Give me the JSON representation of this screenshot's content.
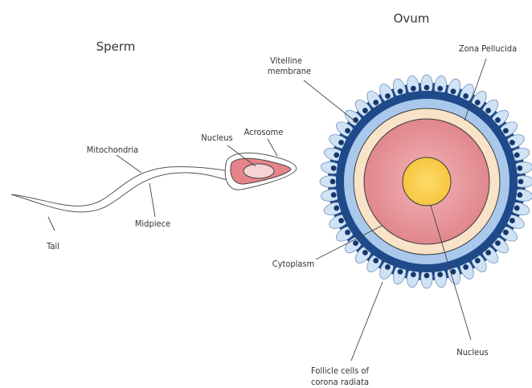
{
  "titles": {
    "sperm": "Sperm",
    "ovum": "Ovum"
  },
  "sperm_labels": {
    "nucleus": "Nucleus",
    "acrosome": "Acrosome",
    "mitochondria": "Mitochondria",
    "midpiece": "Midpiece",
    "tail": "Tail"
  },
  "ovum_labels": {
    "vitelline_line1": "Vitelline",
    "vitelline_line2": "membrane",
    "zona_pellucida": "Zona Pellucida",
    "cytoplasm": "Cytoplasm",
    "nucleus": "Nucleus",
    "follicle_line1": "Follicle cells of",
    "follicle_line2": "corona radiata"
  },
  "colors": {
    "corona_outer": "#1a3f78",
    "follicle_cell": "#cfe3f5",
    "follicle_nucleus": "#17366a",
    "zona_pellucida": "#a9c8ec",
    "vitelline": "#f8e2c8",
    "cytoplasm": "#e0878d",
    "ovum_nucleus": "#fbd253",
    "sperm_head": "#e5848a",
    "sperm_nucleus": "#f6d3d4"
  }
}
